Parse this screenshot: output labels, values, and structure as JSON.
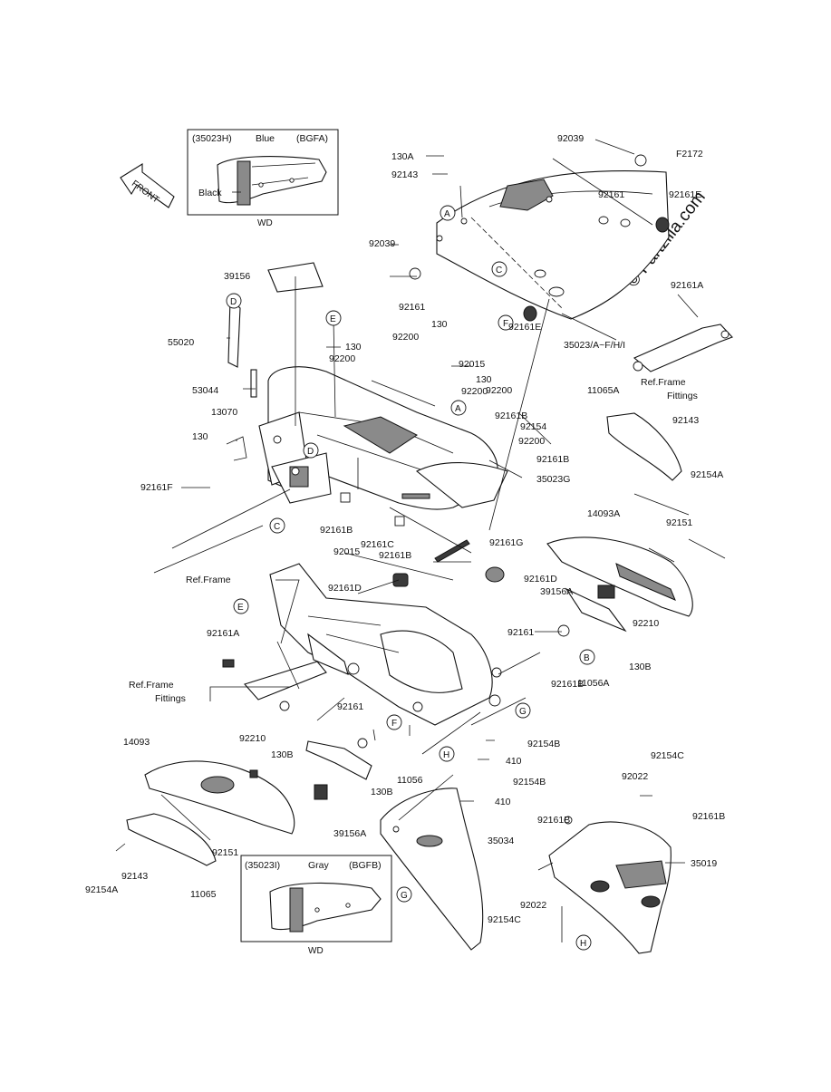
{
  "figure_code": "F2172",
  "watermark": "© Partzilla.com",
  "front_arrow": "FRONT",
  "insets": [
    {
      "id": "inset-blue",
      "title_part": "(35023H)",
      "title_color": "Blue",
      "title_code": "(BGFA)",
      "side_label": "Black",
      "caption": "WD"
    },
    {
      "id": "inset-gray",
      "title_part": "(35023I)",
      "title_color": "Gray",
      "title_code": "(BGFB)",
      "caption": "WD"
    }
  ],
  "ref_labels": [
    "Ref.Frame",
    "Fittings"
  ],
  "letters": [
    "A",
    "B",
    "C",
    "D",
    "E",
    "F",
    "G",
    "H"
  ],
  "parts": [
    "130A",
    "92143",
    "92039",
    "92161",
    "92161E",
    "92039",
    "92161",
    "92161E",
    "35023/A~F/H/I",
    "92161A",
    "39156",
    "55020",
    "53044",
    "13070",
    "130",
    "92161F",
    "130",
    "92200",
    "92015",
    "130",
    "92200",
    "92200",
    "92015",
    "130",
    "92200",
    "92161B",
    "92154",
    "92200",
    "92161B",
    "35023G",
    "92161B",
    "92161C",
    "92161B",
    "92161G",
    "92161D",
    "92161D",
    "11065A",
    "92143",
    "92154A",
    "14093A",
    "92151",
    "39156A",
    "92210",
    "92161",
    "130B",
    "11056A",
    "92161A",
    "92161B",
    "92161",
    "130B",
    "92210",
    "14093",
    "11056",
    "130B",
    "92154B",
    "410",
    "92154B",
    "410",
    "39156A",
    "92151",
    "35034",
    "92161B",
    "92022",
    "92154C",
    "92161B",
    "35019",
    "92022",
    "92154C",
    "92143",
    "92154A",
    "11065"
  ]
}
